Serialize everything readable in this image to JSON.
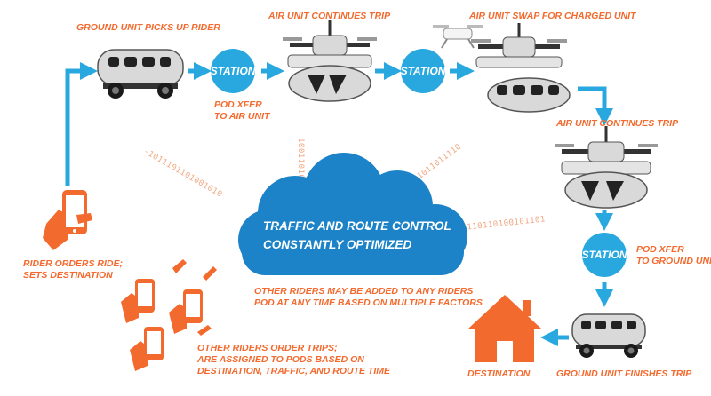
{
  "colors": {
    "blue": "#29a8e0",
    "orange": "#f26a2e",
    "cloud": "#1c83c8",
    "binary": "#f0a882"
  },
  "stations": {
    "s1": "STATION",
    "s2": "STATION",
    "s3": "STATION"
  },
  "labels": {
    "ground_pickup": "GROUND UNIT PICKS UP RIDER",
    "air_continues_1": "AIR UNIT CONTINUES TRIP",
    "air_swap": "AIR UNIT SWAP FOR CHARGED UNIT",
    "air_continues_2": "AIR UNIT CONTINUES TRIP",
    "pod_xfer_air_1": "POD XFER",
    "pod_xfer_air_2": "TO AIR UNIT",
    "pod_xfer_ground_1": "POD XFER",
    "pod_xfer_ground_2": "TO GROUND UNIT",
    "rider_orders_1": "RIDER ORDERS RIDE;",
    "rider_orders_2": "SETS DESTINATION",
    "other_added_1": "OTHER RIDERS MAY BE ADDED TO ANY RIDERS",
    "other_added_2": "POD AT ANY TIME BASED ON MULTIPLE FACTORS",
    "other_order_1": "OTHER RIDERS ORDER TRIPS;",
    "other_order_2": "ARE ASSIGNED TO PODS BASED ON",
    "other_order_3": "DESTINATION, TRAFFIC, AND ROUTE TIME",
    "destination": "DESTINATION",
    "ground_finishes": "GROUND UNIT FINISHES TRIP"
  },
  "cloud": {
    "line1": "TRAFFIC AND ROUTE CONTROL",
    "line2": "CONSTANTLY OPTIMIZED"
  },
  "binary": {
    "b1": "-1011101101001010",
    "b2": "1001101011",
    "b3": "01001011011011110",
    "b4": "0101110110100101101"
  },
  "icons": [
    "phone-hand-icon",
    "ground-pod-icon",
    "drone-icon",
    "house-icon",
    "cloud-icon"
  ]
}
